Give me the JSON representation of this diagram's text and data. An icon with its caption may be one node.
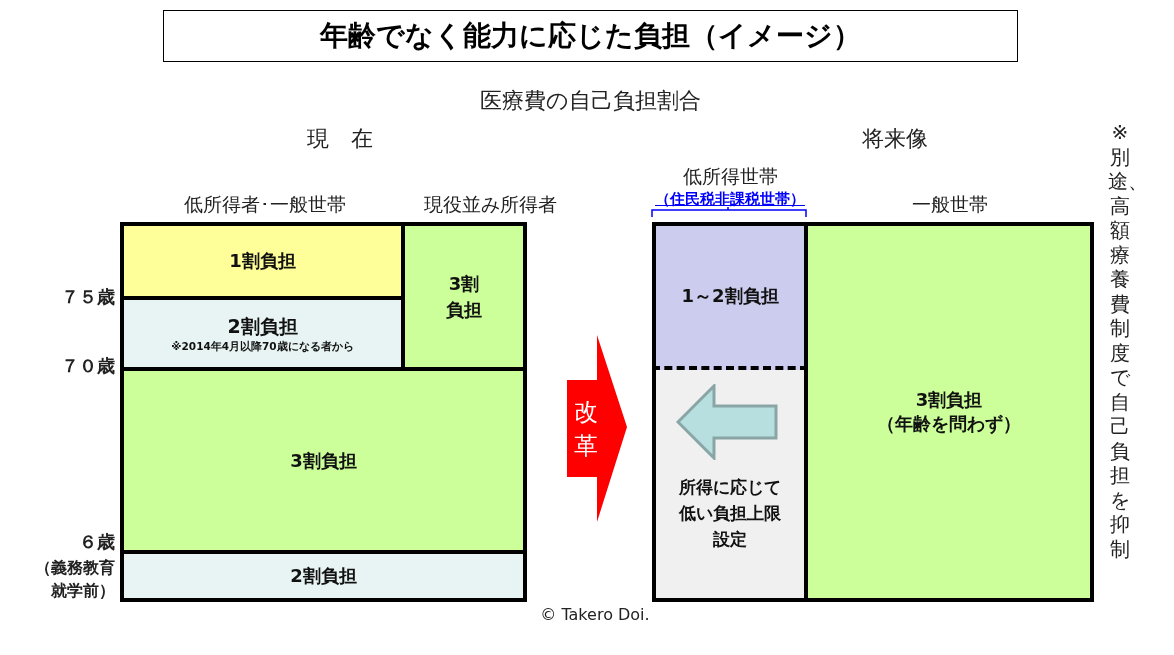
{
  "diagram": {
    "title": "年齢でなく能力に応じた負担（イメージ）",
    "nodes": [
      {
        "text": [
          "1割負担"
        ]
      },
      {
        "text": [
          "2割負担",
          "※2014年4月以降70歳になる者から"
        ]
      },
      {
        "text": [
          "3割負担"
        ]
      },
      {
        "text": [
          "3割負担"
        ]
      },
      {
        "text": [
          "2割負担"
        ]
      },
      {
        "text": [
          "改革"
        ]
      },
      {
        "text": [
          "1～2割負担"
        ]
      },
      {
        "text": [
          "所得に応じて低い負担上限設定"
        ]
      },
      {
        "text": [
          "3割負担",
          "（年齢を問わず）"
        ]
      }
    ],
    "edges": [],
    "labels": [
      "医療費の自己負担割合",
      "現　在",
      "将来像",
      "低所得者･一般世帯",
      "現役並み所得者",
      "低所得世帯",
      "（住民税非課税世帯）",
      "一般世帯",
      "７５歳",
      "７０歳",
      "６歳",
      "（義務教育就学前）",
      "※別途、高額療養費制度で自己負担を抑制",
      "© Takero Doi."
    ]
  }
}
